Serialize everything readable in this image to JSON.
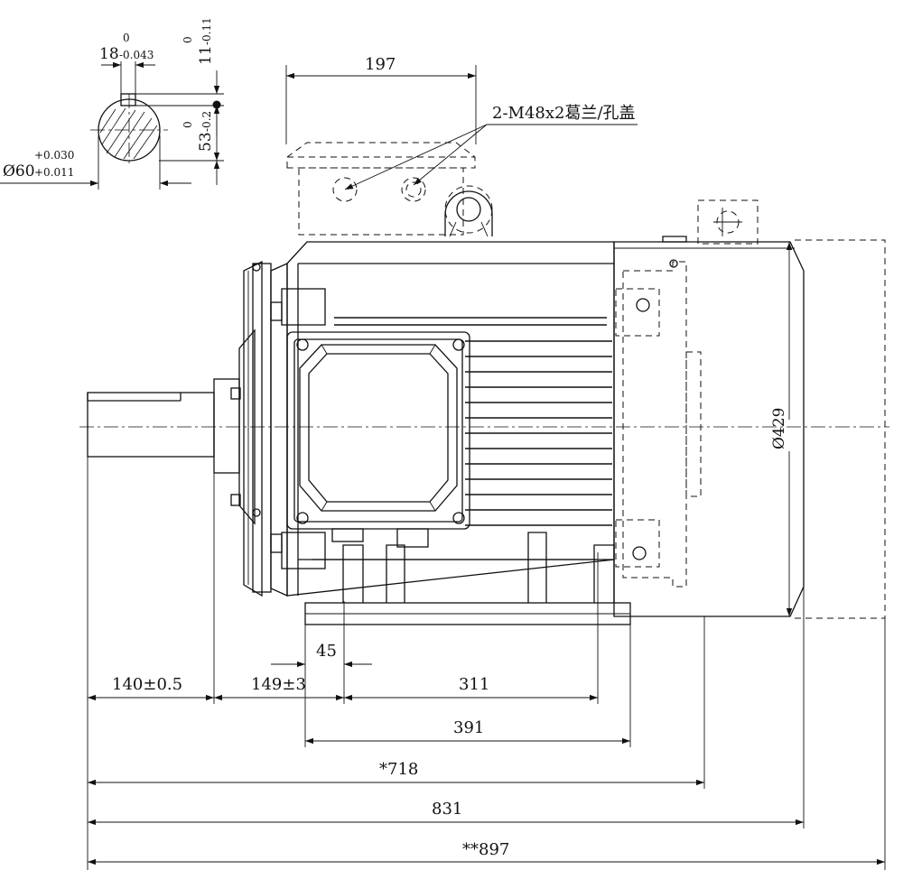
{
  "shaft_section": {
    "key_width": "18",
    "key_width_upper_tol": "0",
    "key_width_lower_tol": "-0.043",
    "key_height": "11",
    "key_height_upper_tol": "0",
    "key_height_lower_tol": "-0.11",
    "depth": "53",
    "depth_upper_tol": "0",
    "depth_lower_tol": "-0.2",
    "shaft_diameter": "Ø60",
    "shaft_upper_tol": "+0.030",
    "shaft_lower_tol": "+0.011"
  },
  "terminal_box": {
    "width": "197",
    "gland_callout": "2-M48x2葛兰/孔盖"
  },
  "frame": {
    "diameter": "Ø429"
  },
  "dimensions": {
    "foot_hole": "45",
    "shaft_extension": "140±0.5",
    "shaft_to_foot": "149±3",
    "foot_centers": "311",
    "foot_length": "391",
    "length_star": "*718",
    "overall_length": "831",
    "overall_length_with_option": "**897"
  }
}
